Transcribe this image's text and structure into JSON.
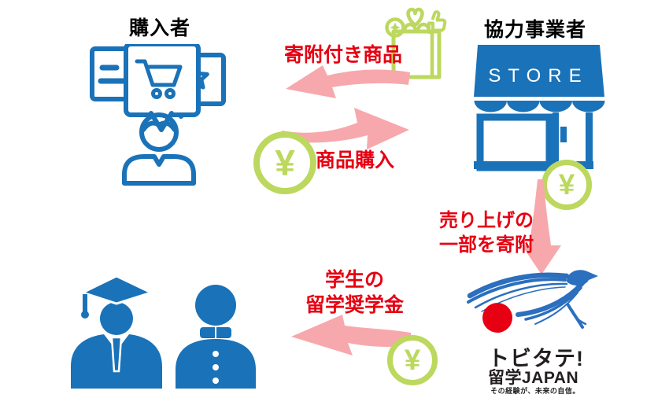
{
  "actors": {
    "purchaser": "購入者",
    "partner": "協力事業者"
  },
  "store": {
    "sign": "STORE"
  },
  "flows": {
    "donation_product": "寄附付き商品",
    "purchase": "商品購入",
    "donate": [
      "売り上げの",
      "一部を寄附"
    ],
    "scholarship": [
      "学生の",
      "留学奨学金"
    ]
  },
  "coin": {
    "symbol": "¥"
  },
  "logo": {
    "title": "トビタテ!",
    "subtitle": "留学JAPAN",
    "tagline": "その経験が、未来の自信。"
  },
  "colors": {
    "actor_blue": "#1a72b8",
    "coin_green": "#bcd85e",
    "arrow_pink": "#f7a8ac",
    "text_red": "#e60012",
    "logo_bird_blue": "#2b6fbe",
    "logo_sun_red": "#e60012",
    "logo_text_black": "#221e1f"
  }
}
